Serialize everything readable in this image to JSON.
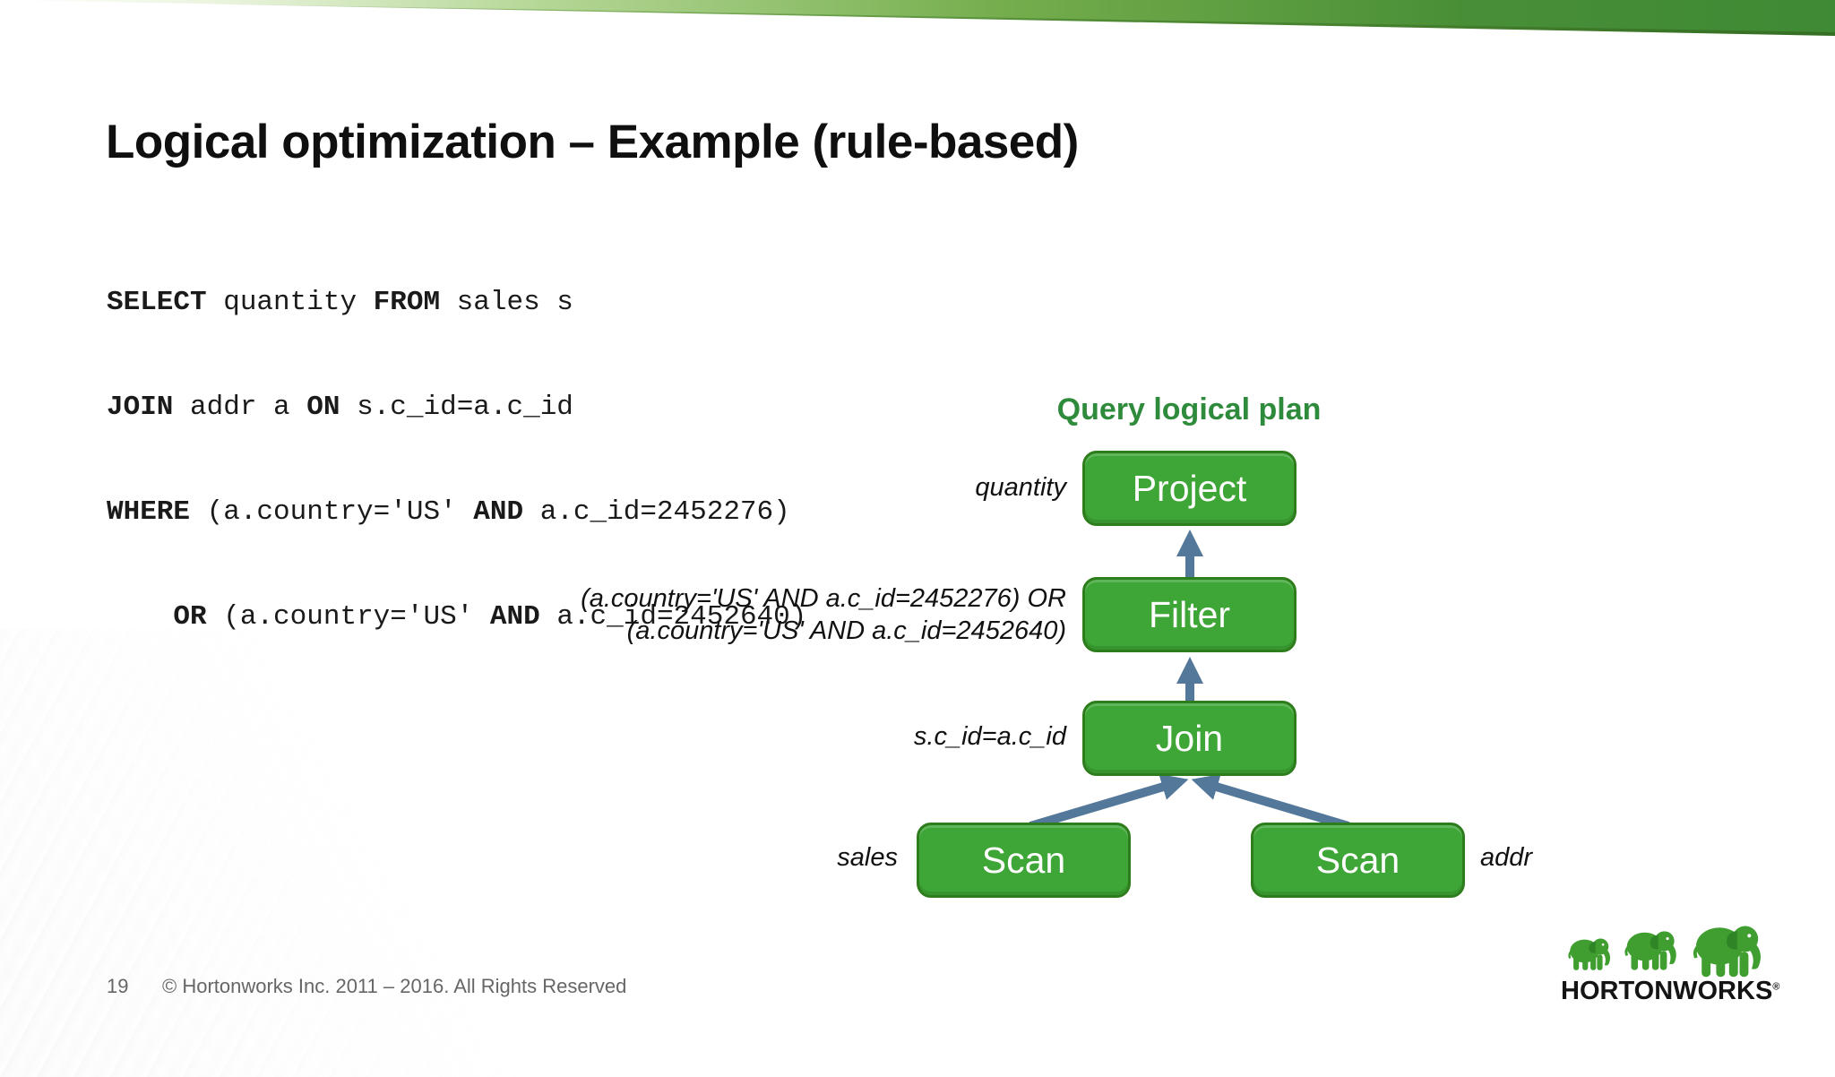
{
  "slide": {
    "title": "Logical optimization – Example (rule-based)",
    "page_number": "19",
    "copyright": "© Hortonworks Inc. 2011 – 2016. All Rights Reserved"
  },
  "sql": {
    "l1": {
      "k1": "SELECT",
      "t1": " quantity ",
      "k2": "FROM",
      "t2": " sales s"
    },
    "l2": {
      "k1": "JOIN",
      "t1": " addr a ",
      "k2": "ON",
      "t2": " s.c_id=a.c_id"
    },
    "l3": {
      "k1": "WHERE",
      "t1": " (a.country='US' ",
      "k2": "AND",
      "t2": " a.c_id=2452276)"
    },
    "l4": {
      "pad": "    ",
      "k1": "OR",
      "t1": " (a.country='US' ",
      "k2": "AND",
      "t2": " a.c_id=2452640)"
    }
  },
  "diagram": {
    "heading": "Query logical plan",
    "nodes": {
      "project": "Project",
      "filter": "Filter",
      "join": "Join",
      "scan_left": "Scan",
      "scan_right": "Scan"
    },
    "annotations": {
      "project": "quantity",
      "filter_line1": "(a.country='US' AND a.c_id=2452276) OR",
      "filter_line2": "(a.country='US' AND a.c_id=2452640)",
      "join": "s.c_id=a.c_id",
      "scan_left": "sales",
      "scan_right": "addr"
    },
    "colors": {
      "node_fill": "#3ea636",
      "node_border": "#2e7d1d",
      "arrow": "#54789a",
      "heading_green": "#2f8b3c",
      "banner_green": "#3f8a35"
    }
  },
  "logo": {
    "brand": "HORTONWORKS",
    "reg_mark": "®"
  }
}
